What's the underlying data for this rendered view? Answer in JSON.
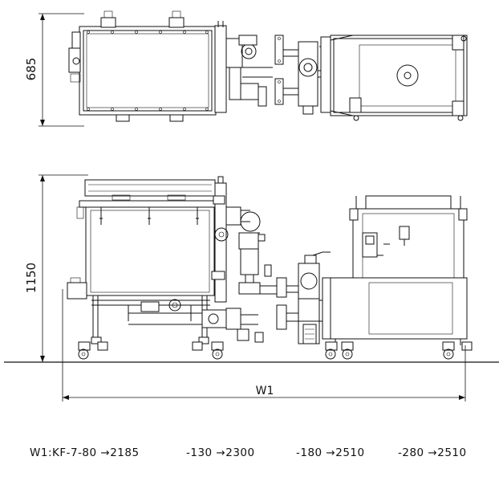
{
  "dimensions": {
    "plan_depth": "685",
    "elevation_height": "1150",
    "overall_width_label": "W1"
  },
  "legend": {
    "items": [
      "W1:KF-7-80 →2185",
      "-130 →2300",
      "-180 →2510",
      "-280 →2510"
    ]
  }
}
